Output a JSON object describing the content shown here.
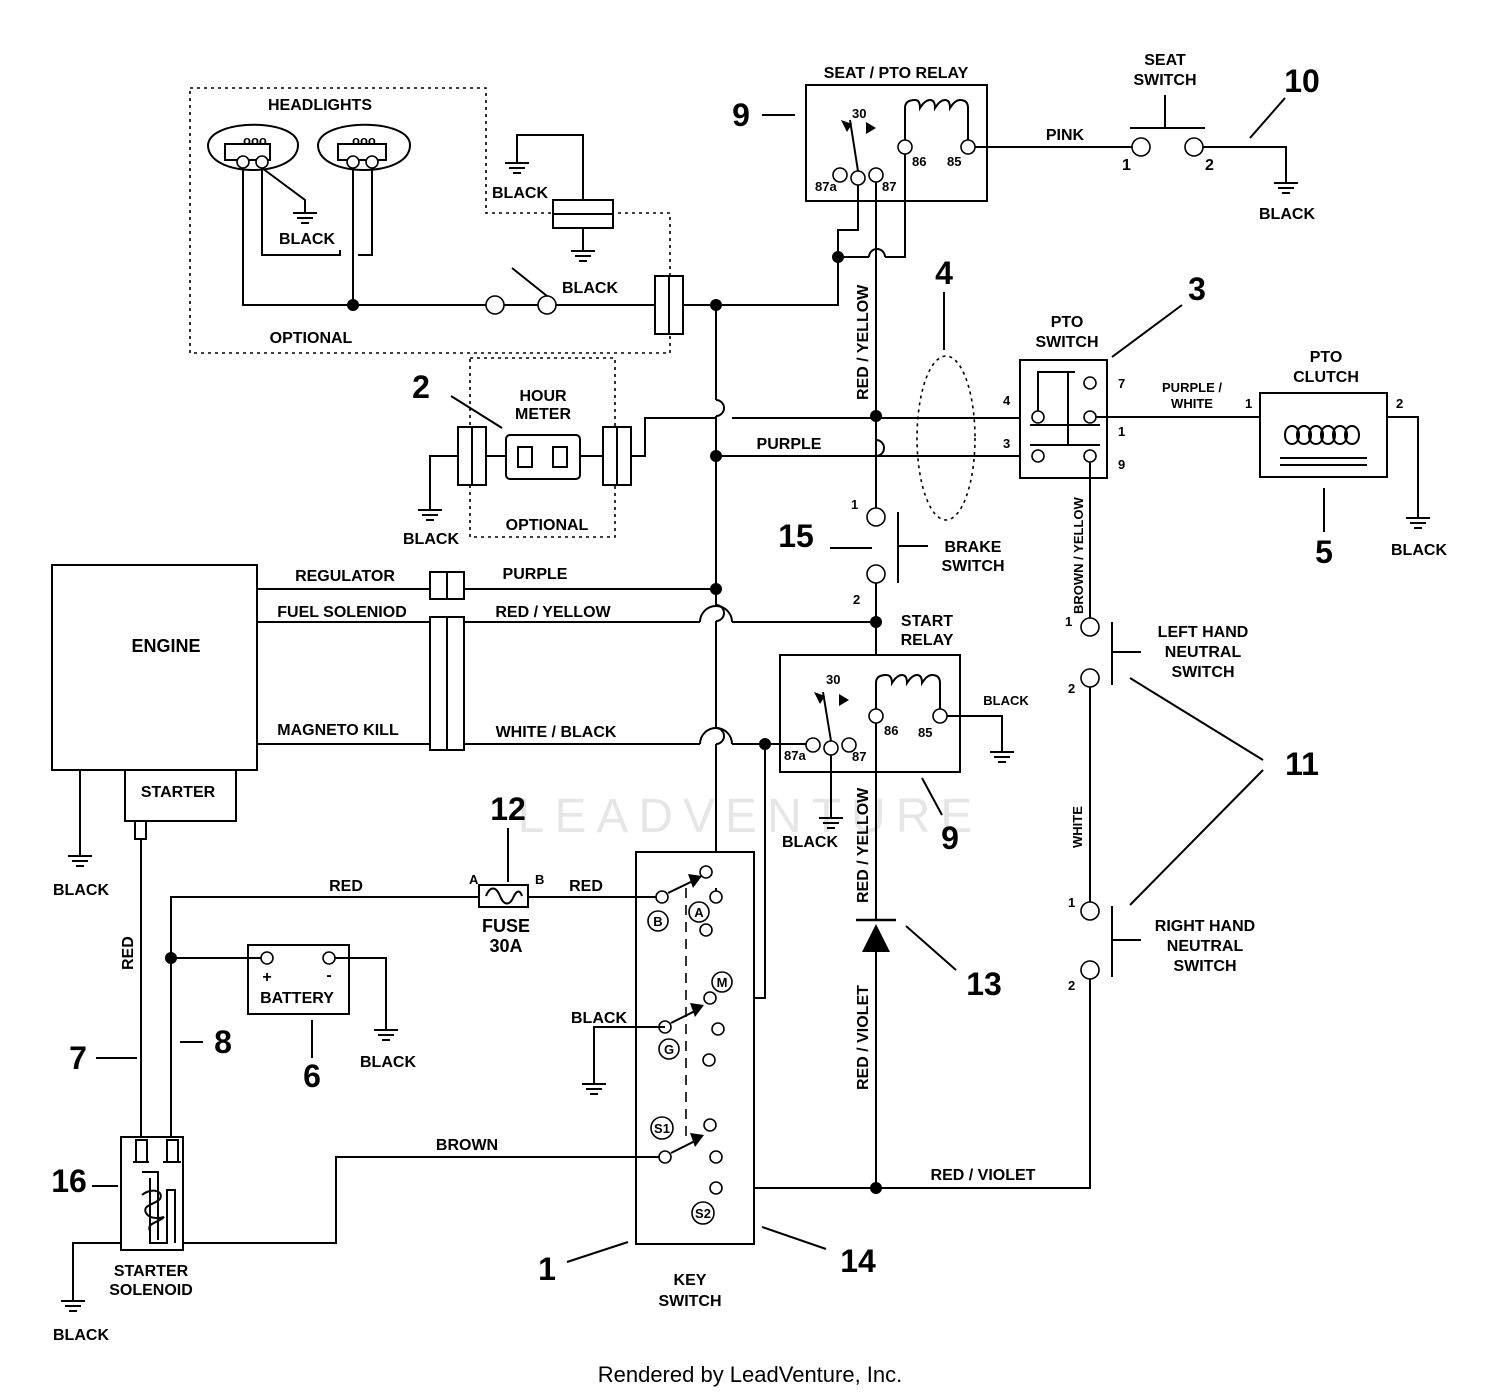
{
  "labels": {
    "seat_pto_relay": "SEAT / PTO RELAY",
    "seat_switch_1": "SEAT",
    "seat_switch_2": "SWITCH",
    "headlights": "HEADLIGHTS",
    "optional": "OPTIONAL",
    "hour_meter_1": "HOUR",
    "hour_meter_2": "METER",
    "pto_switch_1": "PTO",
    "pto_switch_2": "SWITCH",
    "pto_clutch_1": "PTO",
    "pto_clutch_2": "CLUTCH",
    "brake_switch_1": "BRAKE",
    "brake_switch_2": "SWITCH",
    "start_relay_1": "START",
    "start_relay_2": "RELAY",
    "engine": "ENGINE",
    "starter": "STARTER",
    "lh_neutral_1": "LEFT HAND",
    "lh_neutral_2": "NEUTRAL",
    "lh_neutral_3": "SWITCH",
    "rh_neutral_1": "RIGHT HAND",
    "rh_neutral_2": "NEUTRAL",
    "rh_neutral_3": "SWITCH",
    "fuse_1": "FUSE",
    "fuse_2": "30A",
    "battery": "BATTERY",
    "key_switch_1": "KEY",
    "key_switch_2": "SWITCH",
    "starter_solenoid_1": "STARTER",
    "starter_solenoid_2": "SOLENOID"
  },
  "wires": {
    "pink": "PINK",
    "black": "BLACK",
    "red_yellow": "RED / YELLOW",
    "purple": "PURPLE",
    "purple_white_1": "PURPLE /",
    "purple_white_2": "WHITE",
    "brown_yellow": "BROWN / YELLOW",
    "regulator": "REGULATOR",
    "fuel_solenoid": "FUEL SOLENIOD",
    "magneto_kill": "MAGNETO KILL",
    "white_black": "WHITE / BLACK",
    "white": "WHITE",
    "red": "RED",
    "red_violet": "RED / VIOLET",
    "brown": "BROWN"
  },
  "terminals": {
    "r30": "30",
    "r86": "86",
    "r85": "85",
    "r87a": "87a",
    "r87": "87",
    "t1": "1",
    "t2": "2",
    "t3": "3",
    "t4": "4",
    "t7": "7",
    "t9": "9",
    "fa": "A",
    "fb": "B",
    "plus": "+",
    "minus": "-",
    "kA": "A",
    "kB": "B",
    "kM": "M",
    "kG": "G",
    "kS1": "S1",
    "kS2": "S2"
  },
  "callouts": {
    "n1": "1",
    "n2": "2",
    "n3": "3",
    "n4": "4",
    "n5": "5",
    "n6": "6",
    "n7": "7",
    "n8": "8",
    "n9": "9",
    "n10": "10",
    "n11": "11",
    "n12": "12",
    "n13": "13",
    "n14": "14",
    "n15": "15",
    "n16": "16"
  },
  "watermark": "LEADVENTURE",
  "footer": "Rendered by LeadVenture, Inc."
}
